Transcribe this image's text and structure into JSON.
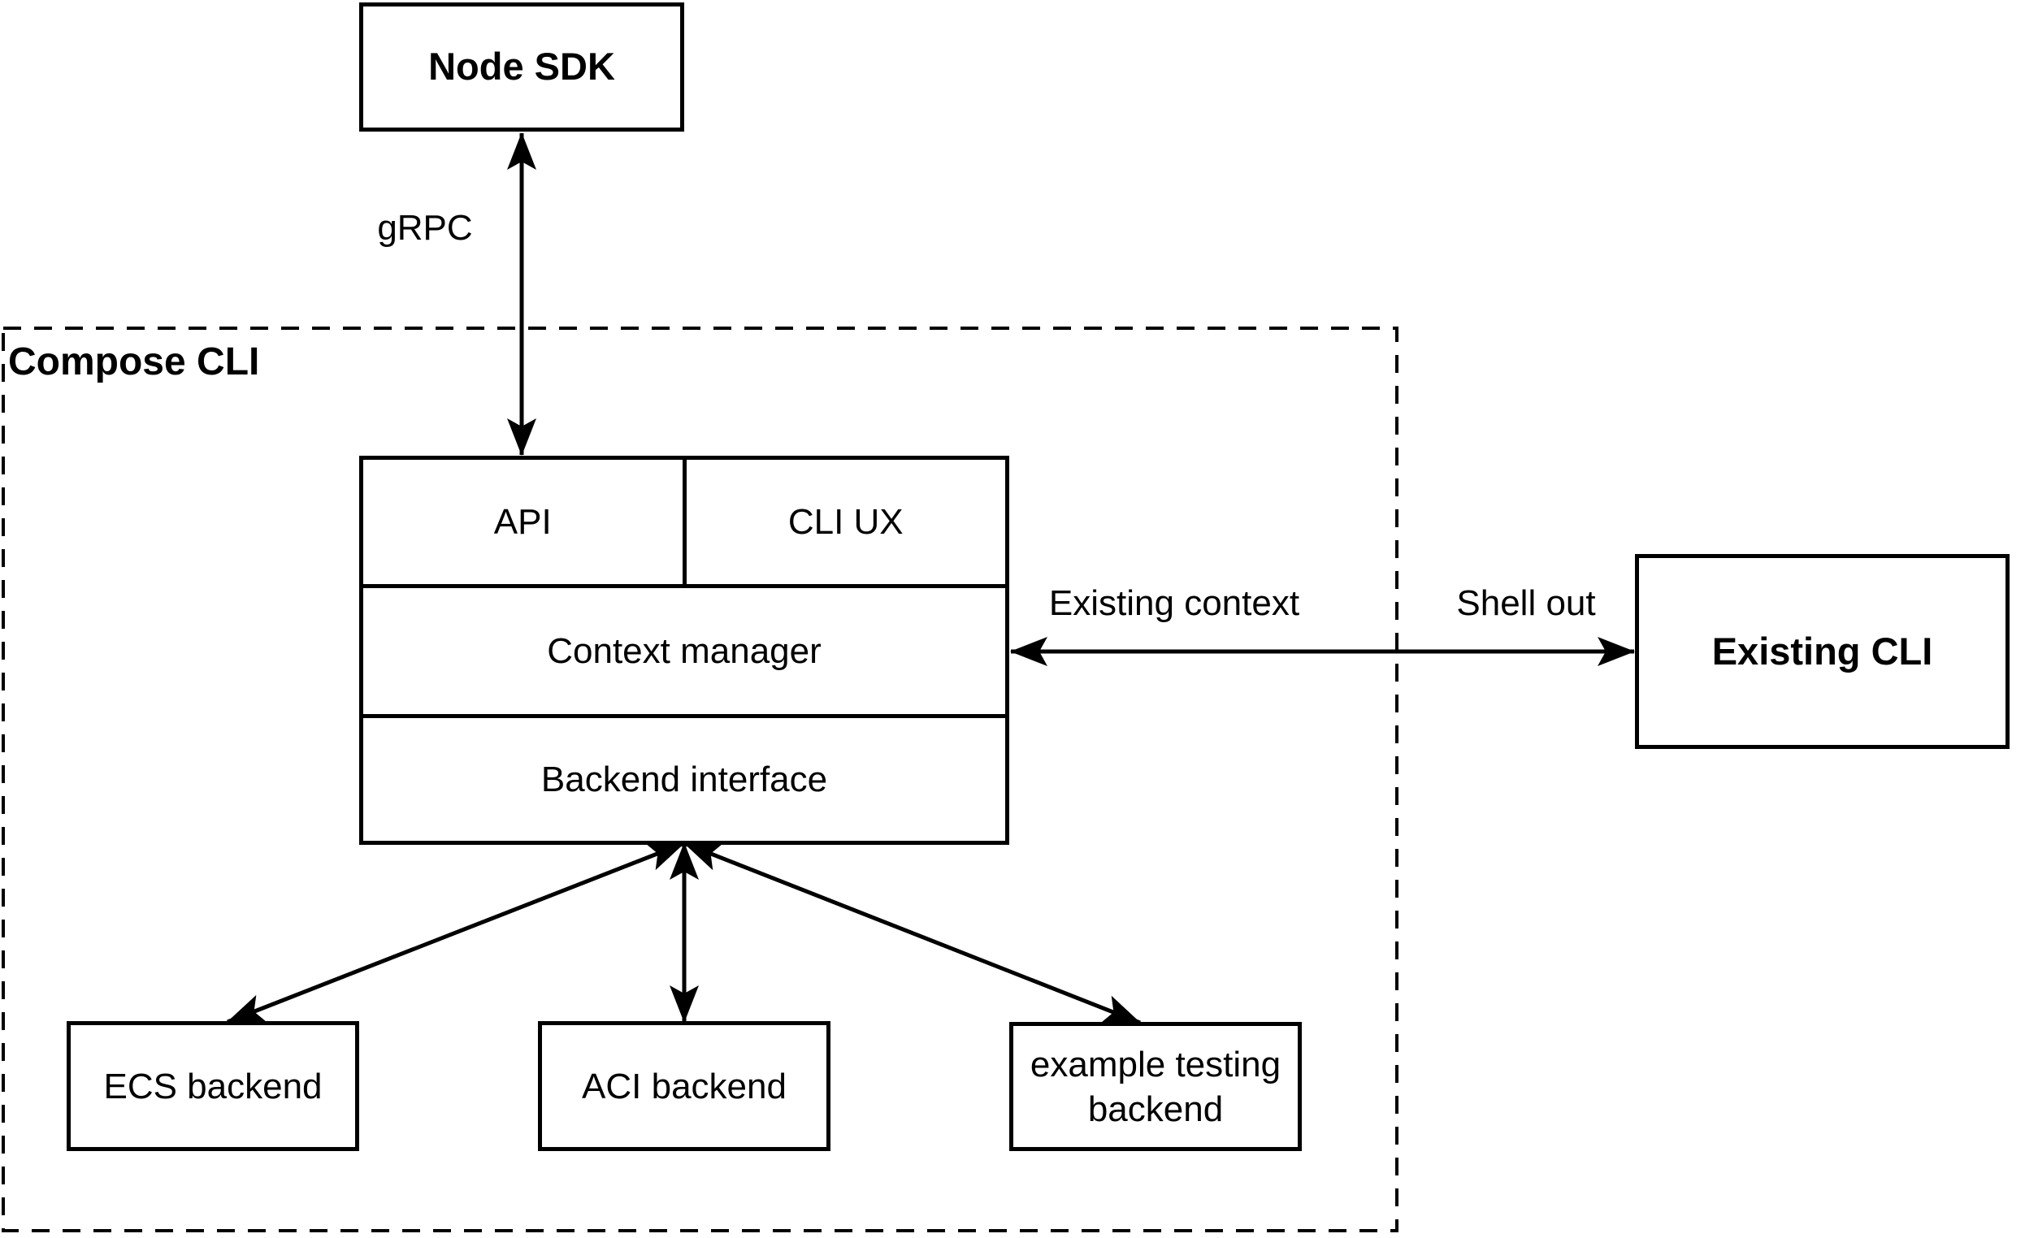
{
  "diagram": {
    "type": "architecture-diagram",
    "containers": {
      "compose_cli": {
        "label": "Compose CLI"
      }
    },
    "nodes": {
      "node_sdk": {
        "label": "Node SDK"
      },
      "api": {
        "label": "API"
      },
      "cli_ux": {
        "label": "CLI UX"
      },
      "context_manager": {
        "label": "Context manager"
      },
      "backend_interface": {
        "label": "Backend interface"
      },
      "existing_cli": {
        "label": "Existing CLI"
      },
      "ecs_backend": {
        "label": "ECS backend"
      },
      "aci_backend": {
        "label": "ACI backend"
      },
      "example_testing_backend": {
        "label": "example testing backend"
      }
    },
    "edges": {
      "grpc": {
        "label": "gRPC",
        "from": "node_sdk",
        "to": "api",
        "bidirectional": true
      },
      "existing_context": {
        "label": "Existing context",
        "from": "context_manager",
        "to": "existing_cli",
        "bidirectional": true
      },
      "shell_out": {
        "label": "Shell out",
        "from": "context_manager",
        "to": "existing_cli",
        "bidirectional": true
      },
      "to_ecs": {
        "label": "",
        "from": "backend_interface",
        "to": "ecs_backend",
        "bidirectional": true
      },
      "to_aci": {
        "label": "",
        "from": "backend_interface",
        "to": "aci_backend",
        "bidirectional": true
      },
      "to_example": {
        "label": "",
        "from": "backend_interface",
        "to": "example_testing_backend",
        "bidirectional": true
      }
    },
    "colors": {
      "stroke": "#000000",
      "background": "#ffffff",
      "text": "#000000"
    }
  }
}
